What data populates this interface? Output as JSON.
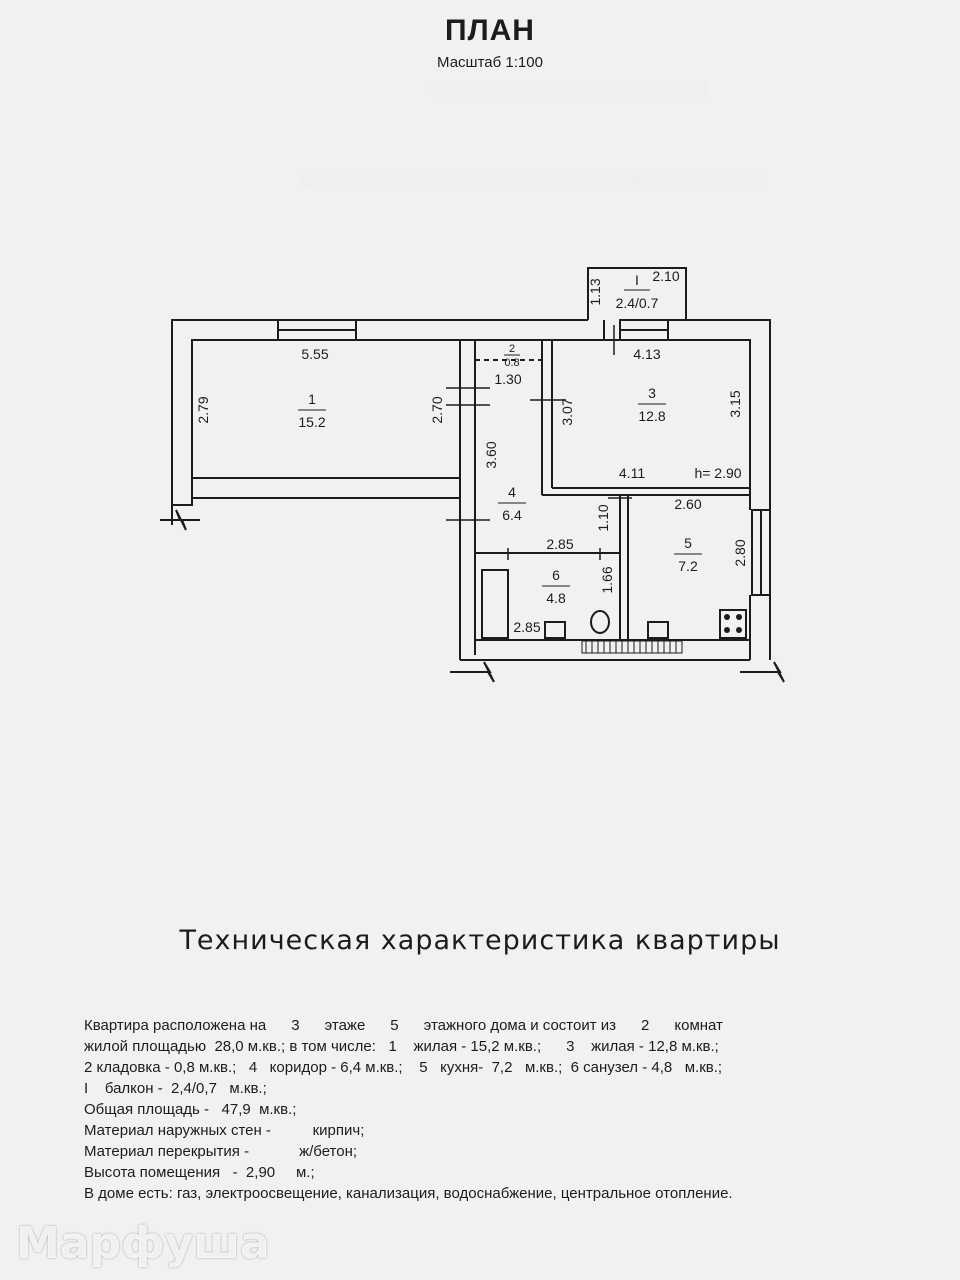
{
  "header": {
    "title": "ПЛАН",
    "scale": "Масштаб 1:100"
  },
  "plan": {
    "balcony": {
      "number": "I",
      "area": "2.4/0.7",
      "width": "2.10",
      "depth": "1.13"
    },
    "rooms": [
      {
        "id": "1",
        "area": "15.2",
        "dims": [
          "5.55",
          "2.79",
          "2.70"
        ]
      },
      {
        "id": "2",
        "area": "0.8",
        "dims": [
          "1.30"
        ]
      },
      {
        "id": "3",
        "area": "12.8",
        "dims": [
          "4.13",
          "3.07",
          "3.15",
          "4.11"
        ]
      },
      {
        "id": "4",
        "area": "6.4",
        "dims": [
          "3.60"
        ]
      },
      {
        "id": "5",
        "area": "7.2",
        "dims": [
          "2.60",
          "1.10",
          "2.80"
        ]
      },
      {
        "id": "6",
        "area": "4.8",
        "dims": [
          "2.85",
          "1.66",
          "2.85"
        ]
      }
    ],
    "height_label": "h= 2.90"
  },
  "section_title": "Техническая характеристика квартиры",
  "specs": {
    "lines": [
      "Квартира расположена на      3      этаже      5      этажного дома и состоит из      2      комнат",
      "жилой площадью  28,0 м.кв.; в том числе:   1    жилая - 15,2 м.кв.;      3    жилая - 12,8 м.кв.;",
      "2 кладовка - 0,8 м.кв.;   4   коридор - 6,4 м.кв.;    5   кухня-  7,2   м.кв.;  6 санузел - 4,8   м.кв.;",
      "I    балкон -  2,4/0,7   м.кв.;",
      "Общая площадь -   47,9  м.кв.;",
      "Материал наружных стен -          кирпич;",
      "Материал перекрытия -            ж/бетон;",
      "Высота помещения   -  2,90     м.;",
      "В доме есть: газ, электроосвещение, канализация, водоснабжение, центральное отопление."
    ]
  },
  "watermark": "Марфуша"
}
